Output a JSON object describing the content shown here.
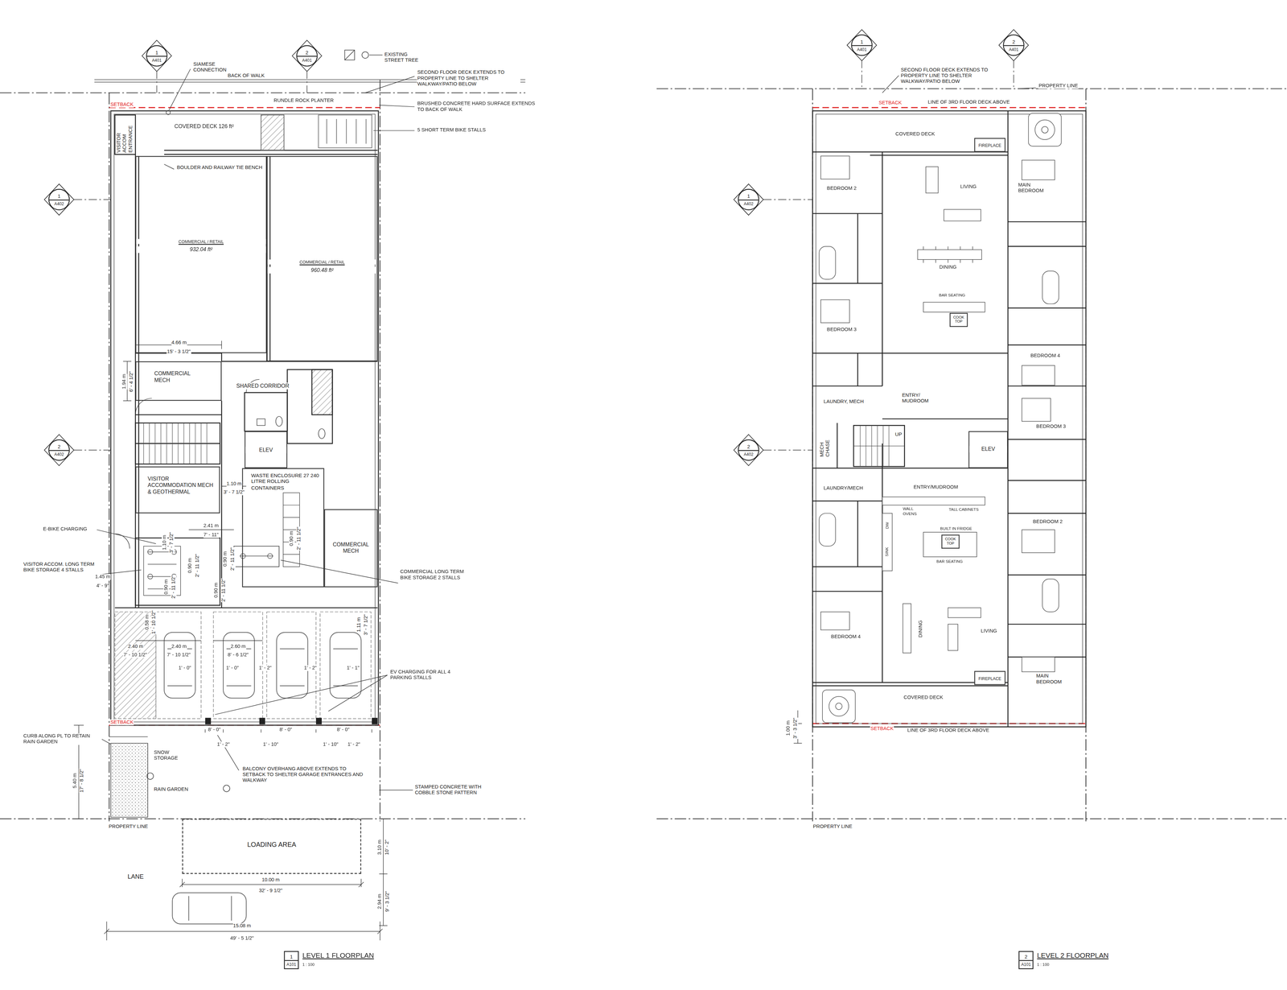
{
  "diagram": {
    "nodes": [
      {
        "text": [
          "1",
          "A401"
        ]
      },
      {
        "text": [
          "2",
          "A401"
        ]
      },
      {
        "text": [
          "1",
          "A402"
        ]
      },
      {
        "text": [
          "2",
          "A402"
        ]
      },
      {
        "text": [
          "COMMERCIAL / RETAIL",
          "932.04 ft²"
        ]
      },
      {
        "text": [
          "COMMERCIAL / RETAIL",
          "960.48 ft²"
        ]
      },
      {
        "text": [
          "COMMERCIAL MECH"
        ]
      },
      {
        "text": [
          "ELEV"
        ]
      },
      {
        "text": [
          "VISITOR ACCOMMODATION MECH & GEOTHERMAL"
        ]
      },
      {
        "text": [
          "WASTE ENCLOSURE 27 240 LITRE ROLLING CONTAINERS"
        ]
      },
      {
        "text": [
          "COMMERCIAL MECH"
        ]
      },
      {
        "text": [
          "LOADING AREA"
        ]
      },
      {
        "text": [
          "1",
          "A101"
        ]
      },
      {
        "text": [
          "1",
          "A401"
        ]
      },
      {
        "text": [
          "2",
          "A401"
        ]
      },
      {
        "text": [
          "1",
          "A402"
        ]
      },
      {
        "text": [
          "2",
          "A402"
        ]
      },
      {
        "text": [
          "FIREPLACE"
        ]
      },
      {
        "text": [
          "COOK TOP"
        ]
      },
      {
        "text": [
          "ELEV"
        ]
      },
      {
        "text": [
          "COOK TOP"
        ]
      },
      {
        "text": [
          "FIREPLACE"
        ]
      },
      {
        "text": [
          "2",
          "A101"
        ]
      }
    ],
    "labels": [
      "SIAMESE CONNECTION",
      "BACK OF WALK",
      "EXISTING STREET TREE",
      "SECOND FLOOR DECK EXTENDS TO PROPERTY LINE TO SHELTER WALKWAY/PATIO BELOW",
      "SETBACK",
      "RUNDLE ROCK PLANTER",
      "BRUSHED CONCRETE HARD SURFACE EXTENDS TO BACK OF WALK",
      "5 SHORT TERM BIKE STALLS",
      "VISITOR ACCOM ENTRANCE",
      "COVERED DECK 126 ft²",
      "BOULDER AND RAILWAY TIE BENCH",
      "4.66 m",
      "15' - 3 1/2\"",
      "1.94 m",
      "6' - 4 1/2\"",
      "SHARED CORRIDOR",
      "1.10 m",
      "3' - 7 1/2\"",
      "E-BIKE CHARGING",
      "2.41 m",
      "7' - 11\"",
      "1.10 m",
      "3' - 7 1/2\"",
      "0.90 m",
      "2' - 11 1/2\"",
      "0.90 m",
      "2' - 11 1/2\"",
      "0.90 m",
      "2' - 11 1/2\"",
      "0.90 m",
      "2' - 11 1/2\"",
      "0.90 m",
      "2' - 11 1/2\"",
      "VISITOR ACCOM. LONG TERM BIKE STORAGE 4 STALLS",
      "1.45 m",
      "4' - 9\"",
      "COMMERCIAL LONG TERM BIKE STORAGE 2 STALLS",
      "0.58 m",
      "1' - 10 1/2\"",
      "1.11 m",
      "3' - 7 1/2\"",
      "2.40 m",
      "7' - 10 1/2\"",
      "2.40 m",
      "7' - 10 1/2\"",
      "2.60 m",
      "8' - 6 1/2\"",
      "1' - 0\"",
      "1' - 0\"",
      "1' - 2\"",
      "1' - 2\"",
      "1' - 1\"",
      "EV CHARGING FOR ALL 4 PARKING STALLS",
      "SETBACK",
      "CURB ALONG PL TO RETAIN RAIN GARDEN",
      "8' - 0\"",
      "8' - 0\"",
      "8' - 0\"",
      "1' - 2\"",
      "1' - 10\"",
      "1' - 10\"",
      "1' - 2\"",
      "SNOW STORAGE",
      "RAIN GARDEN",
      "5.40 m",
      "17' - 8 1/2\"",
      "BALCONY OVERHANG ABOVE EXTENDS TO SETBACK TO SHELTER GARAGE ENTRANCES AND WALKWAY",
      "STAMPED CONCRETE WITH COBBLE STONE PATTERN",
      "PROPERTY LINE",
      "LANE",
      "3.10 m",
      "10' - 2\"",
      "10.00 m",
      "32' - 9 1/2\"",
      "2.94 m",
      "9' - 3 1/2\"",
      "15.08 m",
      "49' - 5 1/2\"",
      "LEVEL 1 FLOORPLAN",
      "1 : 100",
      "SECOND FLOOR DECK EXTENDS TO PROPERTY LINE TO SHELTER WALKWAY/PATIO BELOW",
      "PROPERTY LINE",
      "SETBACK",
      "LINE OF 3RD FLOOR DECK ABOVE",
      "COVERED DECK",
      "BEDROOM 2",
      "LIVING",
      "MAIN BEDROOM",
      "DINING",
      "BAR SEATING",
      "BEDROOM 3",
      "BEDROOM 4",
      "ENTRY/ MUDROOM",
      "LAUNDRY, MECH",
      "BEDROOM 3",
      "MECH CHASE",
      "UP",
      "LAUNDRY/MECH",
      "ENTRY/MUDROOM",
      "WALL OVENS",
      "TALL CABINETS",
      "BUILT IN FRIDGE",
      "BEDROOM 2",
      "DW",
      "SINK",
      "BAR SEATING",
      "DINING",
      "LIVING",
      "BEDROOM 4",
      "MAIN BEDROOM",
      "COVERED DECK",
      "SETBACK",
      "LINE OF 3RD FLOOR DECK ABOVE",
      "1.00 m",
      "3' - 3 1/2\"",
      "PROPERTY LINE",
      "LEVEL 2 FLOORPLAN",
      "1 : 100"
    ]
  }
}
